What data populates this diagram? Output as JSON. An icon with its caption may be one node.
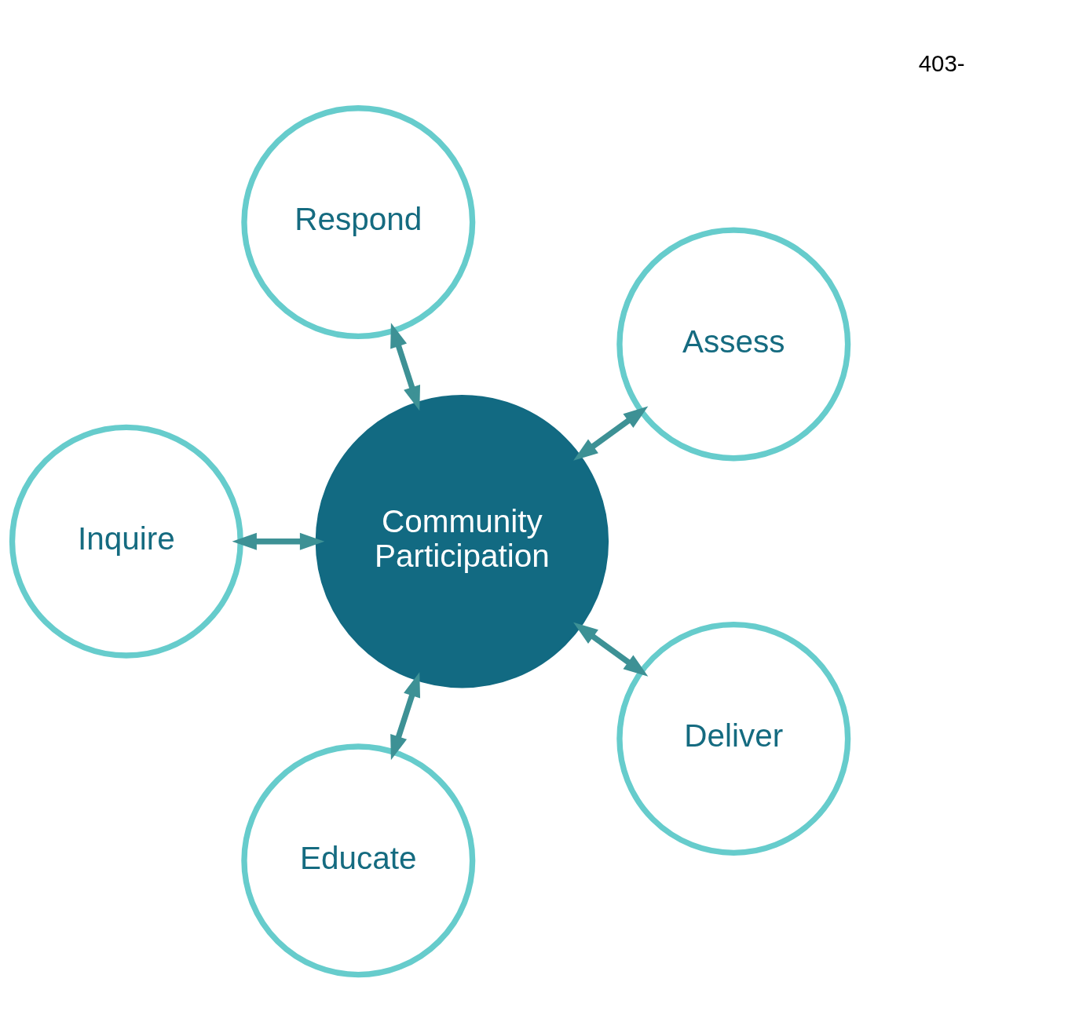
{
  "diagram": {
    "nodes": [
      {
        "text": [
          "Assess"
        ]
      },
      {
        "text": [
          "Respond"
        ]
      },
      {
        "text": [
          "Inquire"
        ]
      },
      {
        "text": [
          "Community Participation"
        ]
      },
      {
        "text": [
          "Educate"
        ]
      },
      {
        "text": [
          "Deliver"
        ]
      }
    ],
    "edges": [
      {
        "from": 3,
        "to": 0,
        "arrow": "both"
      },
      {
        "from": 3,
        "to": 2,
        "arrow": "both"
      },
      {
        "from": 3,
        "to": 5,
        "arrow": "both"
      },
      {
        "from": 3,
        "to": 4,
        "arrow": "both"
      },
      {
        "from": 3,
        "to": 1,
        "arrow": "both"
      }
    ],
    "labels": [
      "403-"
    ]
  }
}
